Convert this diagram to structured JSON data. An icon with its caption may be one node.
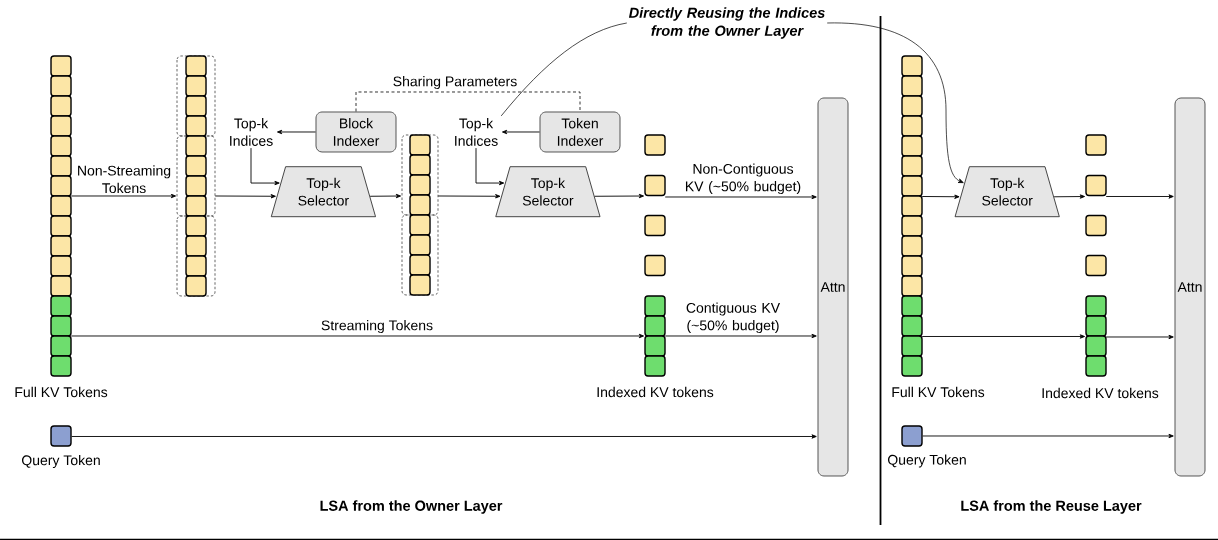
{
  "diagram": {
    "nodes": [
      {
        "text": [
          "Full KV Tokens"
        ]
      },
      {
        "text": [],
        "shape": "bar"
      },
      {
        "text": [
          "Block Indexer"
        ]
      },
      {
        "text": [
          "Top-k Indices"
        ]
      },
      {
        "text": [
          "Top-k Selector"
        ]
      },
      {
        "text": [],
        "shape": "bar"
      },
      {
        "text": [
          "Token Indexer"
        ]
      },
      {
        "text": [
          "Top-k Indices"
        ]
      },
      {
        "text": [
          "Top-k Selector"
        ]
      },
      {
        "text": [
          "Indexed KV tokens"
        ]
      },
      {
        "text": [
          "Attn"
        ]
      },
      {
        "text": [
          "Query Token"
        ]
      },
      {
        "text": [
          "Directly Reusing the Indices from the Owner Layer"
        ]
      },
      {
        "text": [],
        "shape": "bar"
      },
      {
        "text": [
          "Top-k Selector"
        ]
      },
      {
        "text": [
          "Indexed KV tokens"
        ]
      },
      {
        "text": [
          "Attn"
        ]
      },
      {
        "text": [
          "Query Token"
        ]
      }
    ],
    "edges": [
      {
        "from": 0,
        "to": 1,
        "arrow": "to",
        "label": "Non-Streaming Tokens"
      },
      {
        "from": 1,
        "to": 4,
        "arrow": "to"
      },
      {
        "from": 2,
        "to": 3,
        "arrow": "to"
      },
      {
        "from": 3,
        "to": 4,
        "arrow": "to"
      },
      {
        "from": 4,
        "to": 5,
        "arrow": "to"
      },
      {
        "from": 2,
        "to": 6,
        "arrow": "none",
        "label": "Sharing Parameters",
        "style": "dashed"
      },
      {
        "from": 6,
        "to": 7,
        "arrow": "to"
      },
      {
        "from": 5,
        "to": 8,
        "arrow": "to"
      },
      {
        "from": 7,
        "to": 8,
        "arrow": "to"
      },
      {
        "from": 8,
        "to": 9,
        "arrow": "to"
      },
      {
        "from": 0,
        "to": 9,
        "arrow": "to",
        "label": "Streaming Tokens"
      },
      {
        "from": 9,
        "to": 10,
        "arrow": "to",
        "label": "Non-Contiguous KV (~50% budget)"
      },
      {
        "from": 9,
        "to": 10,
        "arrow": "to",
        "label": "Contiguous KV (~50% budget)"
      },
      {
        "from": 11,
        "to": 10,
        "arrow": "to"
      },
      {
        "from": 7,
        "to": 12,
        "arrow": "none"
      },
      {
        "from": 12,
        "to": 14,
        "arrow": "to"
      },
      {
        "from": 13,
        "to": 14,
        "arrow": "to"
      },
      {
        "from": 14,
        "to": 15,
        "arrow": "to"
      },
      {
        "from": 15,
        "to": 16,
        "arrow": "to"
      },
      {
        "from": 13,
        "to": 15,
        "arrow": "to"
      },
      {
        "from": 15,
        "to": 16,
        "arrow": "to"
      },
      {
        "from": 17,
        "to": 16,
        "arrow": "to"
      }
    ],
    "labels": [
      "Full KV Tokens",
      "LSA from the Owner Layer",
      "LSA from the Reuse Layer"
    ]
  }
}
